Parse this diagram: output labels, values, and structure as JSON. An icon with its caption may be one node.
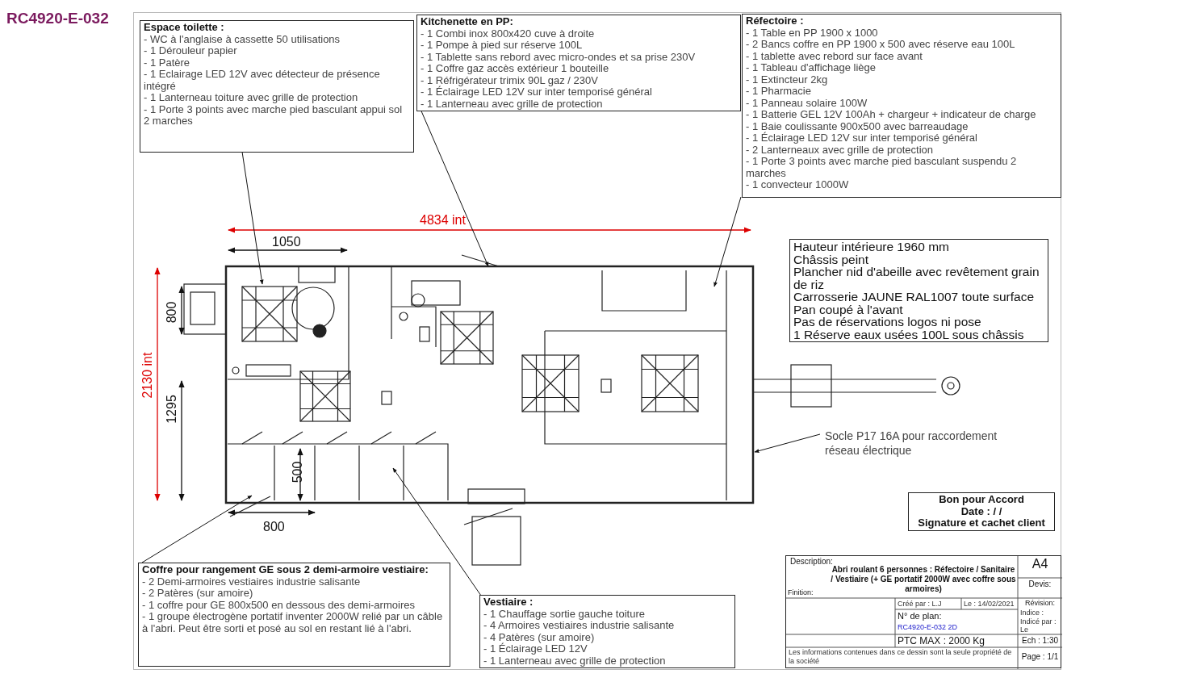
{
  "diagram": {
    "nodes": [
      {
        "text": [
          "Espace toilette :",
          "- WC à l'anglaise à cassette 50 utilisations",
          "- 1 Dérouleur papier",
          "- 1 Patère",
          "- 1 Eclairage LED 12V avec détecteur de présence intégré",
          "- 1 Lanterneau toiture avec grille de protection",
          "- 1 Porte 3 points avec marche pied basculant appui sol 2 marches"
        ]
      },
      {
        "text": [
          "Kitchenette en PP:",
          "- 1 Combi inox 800x420 cuve à droite",
          "- 1 Pompe à pied sur réserve 100L",
          "- 1 Tablette sans rebord avec micro-ondes et sa prise 230V",
          "- 1 Coffre gaz accès extérieur 1 bouteille",
          "- 1 Réfrigérateur trimix 90L gaz / 230V",
          "- 1 Éclairage LED 12V sur inter temporisé général",
          "- 1 Lanterneau avec grille de protection"
        ]
      },
      {
        "text": [
          "Réfectoire :",
          "- 1 Table en PP 1900 x 1000",
          "- 2 Bancs coffre en PP 1900 x 500 avec réserve eau 100L",
          "- 1 tablette avec rebord sur face avant",
          "- 1 Tableau d'affichage liège",
          "- 1 Extincteur 2kg",
          "- 1 Pharmacie",
          "- 1 Panneau solaire 100W",
          "- 1 Batterie GEL 12V 100Ah + chargeur + indicateur de charge",
          "- 1 Baie coulissante 900x500 avec barreaudage",
          "- 1 Éclairage LED 12V sur inter temporisé général",
          "- 2 Lanterneaux avec grille de protection",
          "- 1 Porte 3 points avec marche pied basculant suspendu 2 marches",
          "- 1 convecteur 1000W"
        ]
      },
      {
        "text": [
          "Coffre pour rangement GE sous 2 demi-armoire vestiaire:",
          "- 2 Demi-armoires vestiaires industrie salisante",
          "- 2 Patères (sur amoire)",
          "- 1 coffre pour GE 800x500 en dessous des demi-armoires",
          "- 1 groupe électrogène portatif inventer 2000W relié par un câble à l'abri. Peut être sorti et posé au sol en restant lié à l'abri."
        ]
      },
      {
        "text": [
          "Vestiaire :",
          "- 1 Chauffage sortie gauche toiture",
          "- 4 Armoires vestiaires industrie salisante",
          "- 4 Patères (sur amoire)",
          "- 1 Éclairage LED 12V",
          "- 1 Lanterneau avec grille de protection"
        ]
      },
      {
        "text": [
          "Socle P17 16A pour raccordement réseau électrique"
        ]
      },
      {
        "text": [
          "Hauteur intérieure 1960 mm",
          "Châssis peint",
          "Plancher nid d'abeille avec revêtement grain de riz",
          "Carrosserie JAUNE RAL1007 toute surface",
          "Pan coupé à l'avant",
          "Pas de réservations logos ni pose",
          "1 Réserve eaux usées 100L sous châssis"
        ]
      },
      {
        "text": [
          "Bon pour Accord",
          "Date :   /   /",
          "Signature et cachet client"
        ]
      },
      {
        "text": [
          "Description:",
          "Abri roulant 6 personnes : Réfectoire / Sanitaire / Vestiaire  (+ GE portatif 2000W avec coffre sous armoires)",
          "A4",
          "Devis:",
          "Finition:",
          "Créé par : L.J",
          "Le : 14/02/2021",
          "Révision:",
          "Indice :",
          "Indicé par :",
          "Le",
          "N° de plan:",
          "RC4920-E-032 2D",
          "PTC MAX :  2000 Kg",
          "Ech : 1:30",
          "Les informations contenues dans ce dessin sont la seule propriété de la société",
          "Page : 1/1"
        ]
      }
    ],
    "edges": [
      {
        "from": 0,
        "to": null,
        "arrow": "to"
      },
      {
        "from": 1,
        "to": null,
        "arrow": "to"
      },
      {
        "from": 2,
        "to": null,
        "arrow": "to"
      },
      {
        "from": 3,
        "to": null,
        "arrow": "to"
      },
      {
        "from": 4,
        "to": null,
        "arrow": "to"
      },
      {
        "from": 5,
        "to": null,
        "arrow": "to"
      }
    ],
    "labels": [
      "RC4920-E-032",
      "4834 int",
      "1050",
      "800",
      "2130 int",
      "1295",
      "500",
      "800"
    ]
  }
}
